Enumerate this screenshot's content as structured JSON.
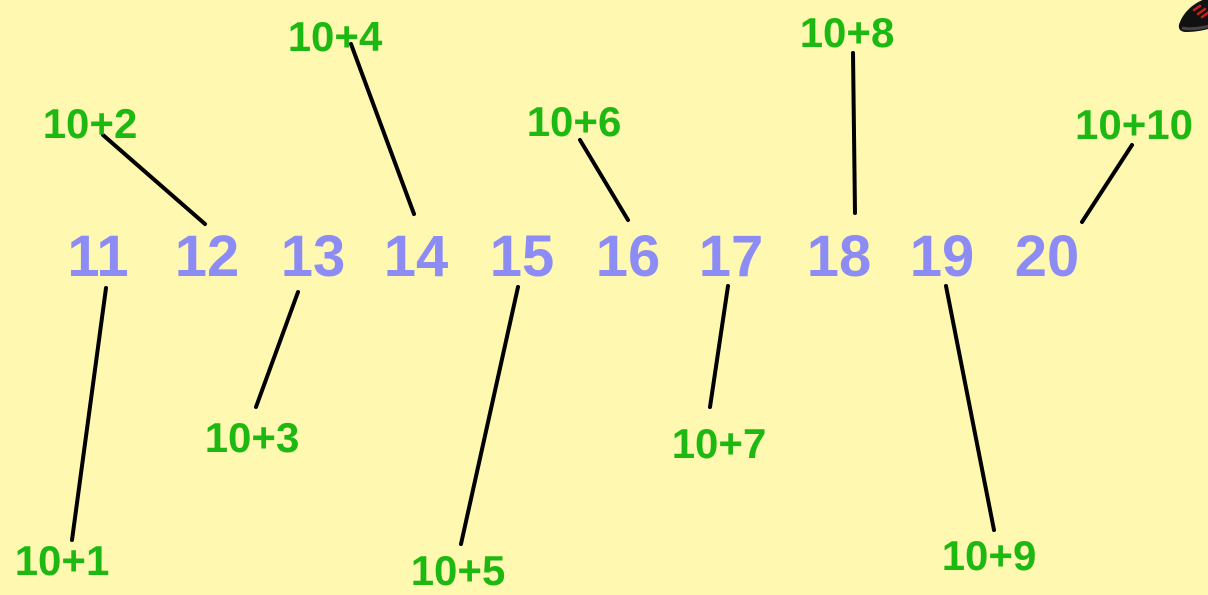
{
  "numbers": [
    "11",
    "12",
    "13",
    "14",
    "15",
    "16",
    "17",
    "18",
    "19",
    "20"
  ],
  "sums": [
    "10+1",
    "10+2",
    "10+3",
    "10+4",
    "10+5",
    "10+6",
    "10+7",
    "10+8",
    "10+9",
    "10+10"
  ],
  "colors": {
    "background": "#fef8b0",
    "number": "#8c8cf4",
    "sum": "#1eb812",
    "line": "#000000"
  },
  "corner_icon": "shoe-icon"
}
